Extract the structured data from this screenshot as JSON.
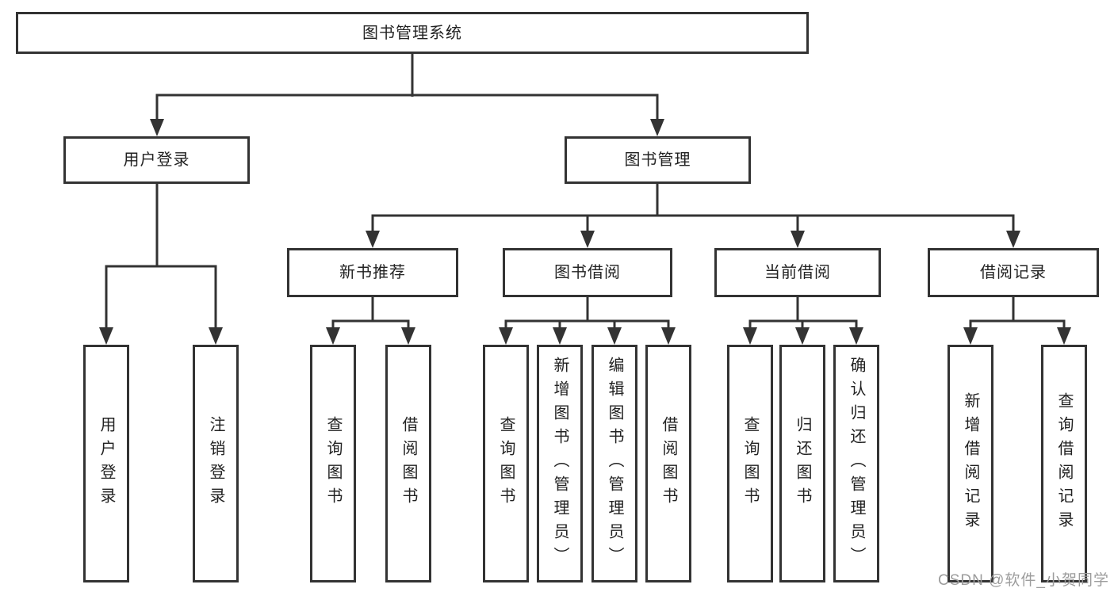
{
  "diagram": {
    "title": "图书管理系统",
    "nodes": {
      "root": "图书管理系统",
      "user_login": "用户登录",
      "book_management": "图书管理",
      "new_book_recommend": "新书推荐",
      "book_borrow": "图书借阅",
      "current_borrow": "当前借阅",
      "borrow_records": "借阅记录",
      "user_login_children": [
        "用户登录",
        "注销登录"
      ],
      "new_book_children": [
        "查询图书",
        "借阅图书"
      ],
      "book_borrow_children": [
        "查询图书",
        "新增图书（管理员）",
        "编辑图书（管理员）",
        "借阅图书"
      ],
      "current_borrow_children": [
        "查询图书",
        "归还图书",
        "确认归还（管理员）"
      ],
      "borrow_records_children": [
        "新增借阅记录",
        "查询借阅记录"
      ]
    }
  },
  "watermark": "CSDN @软件_小贺同学",
  "colors": {
    "line": "#333333",
    "text": "#222222",
    "watermark": "#9c9c9c",
    "background": "#ffffff"
  }
}
